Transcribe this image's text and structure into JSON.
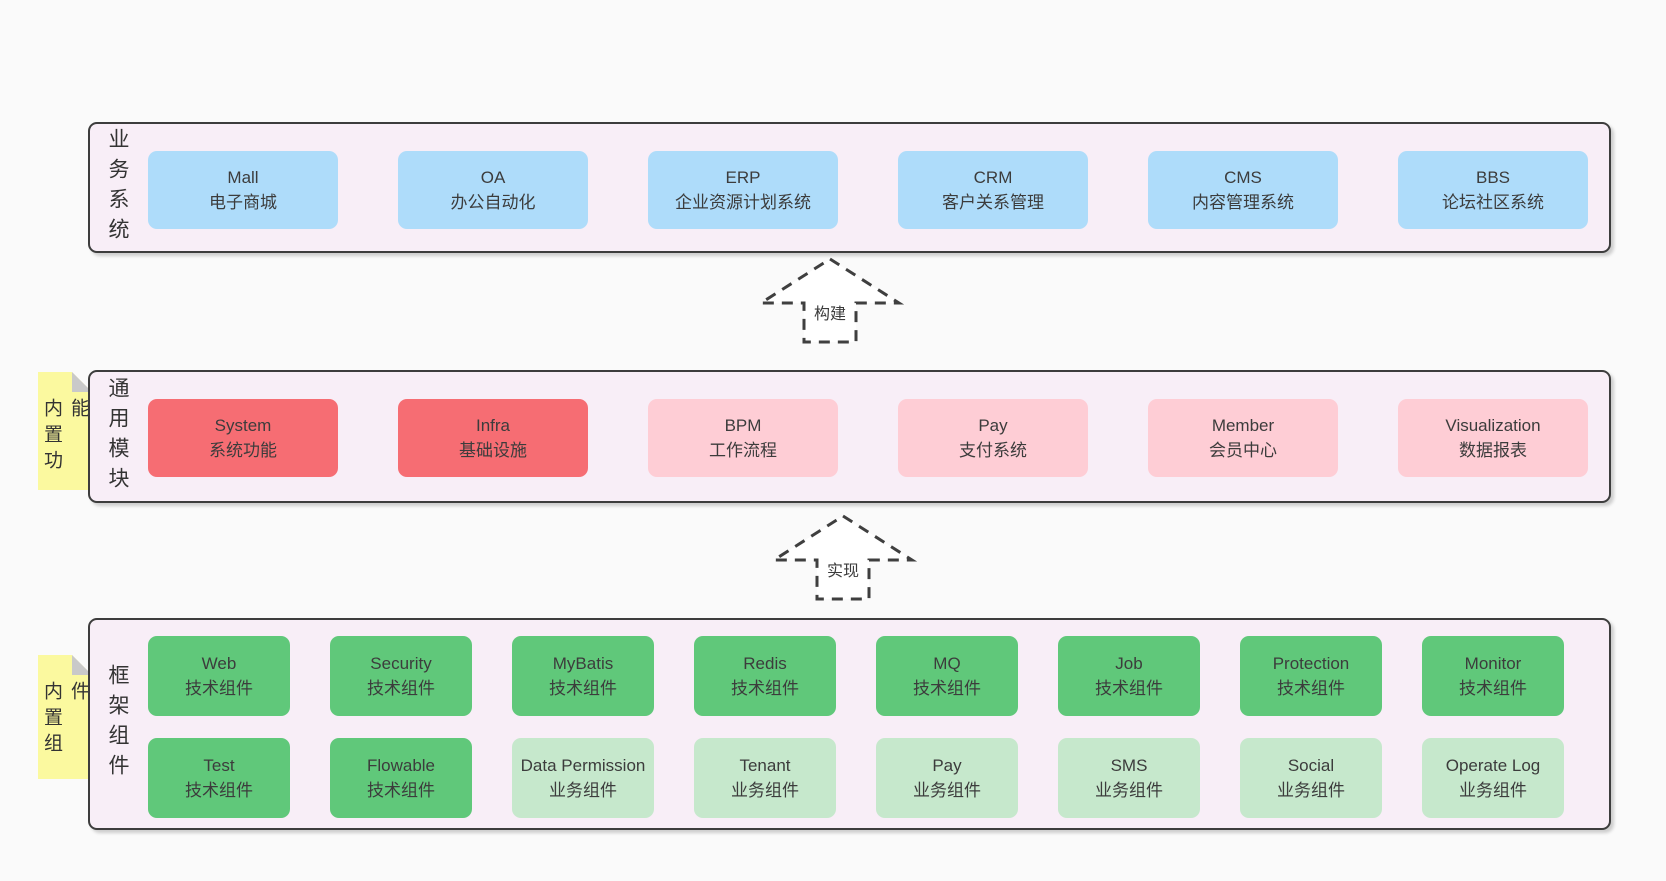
{
  "page": {
    "background": "#fafafa"
  },
  "palette": {
    "layer_background": "#f8eef7",
    "layer_border": "#3d3d3d",
    "blue_box": "#aedcfa",
    "red_box": "#f66d73",
    "pink_box": "#fecdd5",
    "green_box": "#60c87a",
    "light_green_box": "#c6e8cc",
    "sticky_note": "#fbf99f",
    "note_fold": "#c9c9c9",
    "text": "#3b3b3b"
  },
  "arrows": [
    {
      "label": "构建"
    },
    {
      "label": "实现"
    }
  ],
  "layers": [
    {
      "label": "业务系统",
      "boxes": [
        {
          "en": "Mall",
          "zh": "电子商城"
        },
        {
          "en": "OA",
          "zh": "办公自动化"
        },
        {
          "en": "ERP",
          "zh": "企业资源计划系统"
        },
        {
          "en": "CRM",
          "zh": "客户关系管理"
        },
        {
          "en": "CMS",
          "zh": "内容管理系统"
        },
        {
          "en": "BBS",
          "zh": "论坛社区系统"
        }
      ]
    },
    {
      "note": "内置功能",
      "label": "通用模块",
      "boxes": [
        {
          "en": "System",
          "zh": "系统功能"
        },
        {
          "en": "Infra",
          "zh": "基础设施"
        },
        {
          "en": "BPM",
          "zh": "工作流程"
        },
        {
          "en": "Pay",
          "zh": "支付系统"
        },
        {
          "en": "Member",
          "zh": "会员中心"
        },
        {
          "en": "Visualization",
          "zh": "数据报表"
        }
      ]
    },
    {
      "note": "内置组件",
      "label": "框架组件",
      "rows": [
        [
          {
            "en": "Web",
            "zh": "技术组件"
          },
          {
            "en": "Security",
            "zh": "技术组件"
          },
          {
            "en": "MyBatis",
            "zh": "技术组件"
          },
          {
            "en": "Redis",
            "zh": "技术组件"
          },
          {
            "en": "MQ",
            "zh": "技术组件"
          },
          {
            "en": "Job",
            "zh": "技术组件"
          },
          {
            "en": "Protection",
            "zh": "技术组件"
          },
          {
            "en": "Monitor",
            "zh": "技术组件"
          }
        ],
        [
          {
            "en": "Test",
            "zh": "技术组件"
          },
          {
            "en": "Flowable",
            "zh": "技术组件"
          },
          {
            "en": "Data Permission",
            "zh": "业务组件"
          },
          {
            "en": "Tenant",
            "zh": "业务组件"
          },
          {
            "en": "Pay",
            "zh": "业务组件"
          },
          {
            "en": "SMS",
            "zh": "业务组件"
          },
          {
            "en": "Social",
            "zh": "业务组件"
          },
          {
            "en": "Operate Log",
            "zh": "业务组件"
          }
        ]
      ]
    }
  ]
}
